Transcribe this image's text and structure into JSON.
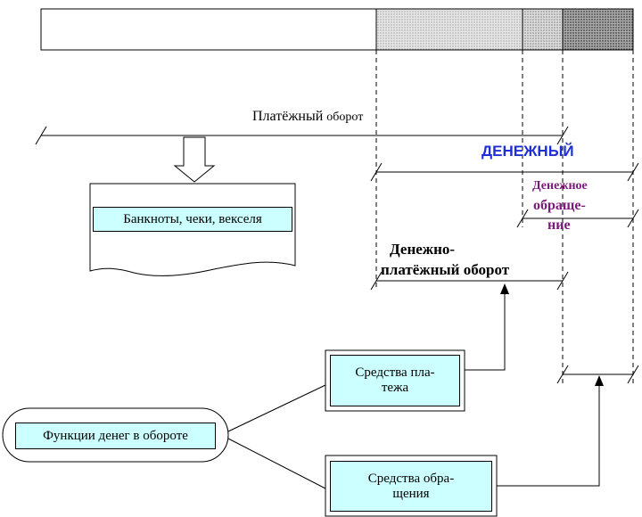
{
  "labels": {
    "payment_turnover": "Платёжный",
    "payment_turnover_small": "оборот",
    "monetary": "ДЕНЕЖНЫЙ",
    "money_circulation_line1": "Денежное",
    "money_circulation_line2": "обраще-",
    "money_circulation_line3": "ние",
    "money_payment_line1": "Денежно-",
    "money_payment_line2": "платёжный оборот"
  },
  "boxes": {
    "banknotes": "Банкноты, чеки, векселя",
    "means_payment_line1": "Средства пла-",
    "means_payment_line2": "тежа",
    "means_circulation_line1": "Средства обра-",
    "means_circulation_line2": "щения",
    "functions": "Функции денег в обороте"
  },
  "colors": {
    "box_fill": "#ccffff",
    "monetary": "#1f2fd6",
    "money_circulation": "#7a1a7a",
    "bar_light": "#d9d9d9",
    "bar_mid": "#c0c0c0",
    "bar_dark": "#8c8c8c"
  }
}
